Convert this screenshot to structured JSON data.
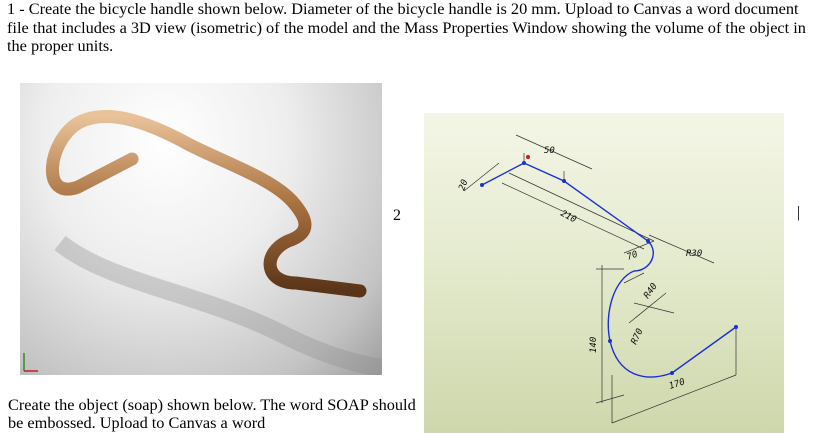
{
  "paragraph1": "1 - Create the bicycle handle shown below. Diameter of the bicycle handle is 20 mm. Upload to Canvas a word document file that includes a 3D view (isometric) of the model and the Mass Properties Window showing the volume of the object in the proper units.",
  "page_number": "2",
  "side_mark": "|",
  "paragraph2": "Create the object (soap) shown below. The word SOAP should be embossed. Upload to Canvas a word",
  "dimensions": {
    "d50": "50",
    "d20": "20",
    "d210": "210",
    "dR30": "R30",
    "d70": "70",
    "dR40": "R40",
    "dR70": "R70",
    "d140": "140",
    "d170": "170"
  },
  "colors": {
    "sketch_line": "#1a2fd6",
    "tube": "#a9713f"
  }
}
